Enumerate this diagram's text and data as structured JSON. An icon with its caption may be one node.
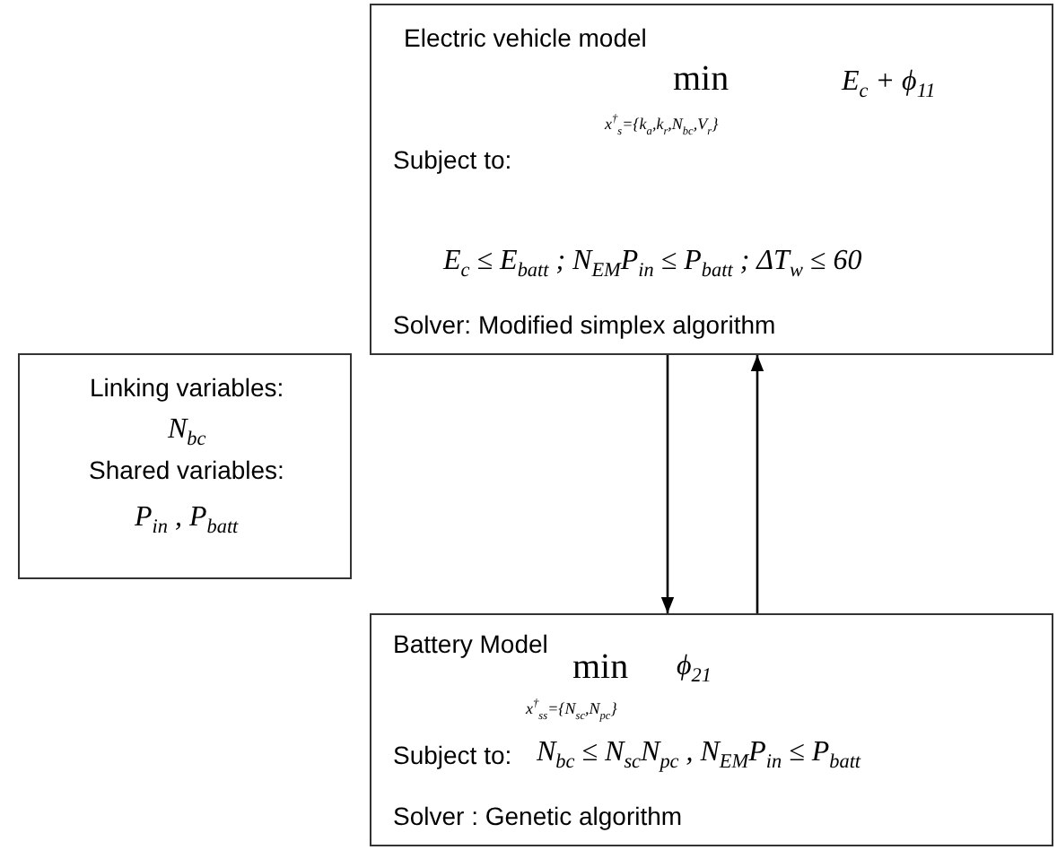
{
  "diagram": {
    "nodes": [
      {
        "text": [
          "Electric vehicle model",
          "min",
          "x$^{†}$$_{s}$={k$_{a}$,k$_{r}$,N$_{bc}$,V$_{r}$}",
          "E$_{c}$ + ϕ$_{11}$",
          "Subject to:",
          "E$_{c}$ ≤ E$_{batt}$ ; N$_{EM}$P$_{in}$ ≤ P$_{batt}$ ; ΔT$_{w}$ ≤ 60",
          "Solver: Modified simplex algorithm"
        ]
      },
      {
        "text": [
          "Linking variables:",
          "N$_{bc}$",
          "Shared variables:",
          "P$_{in}$ , P$_{batt}$"
        ]
      },
      {
        "text": [
          "Battery Model",
          "min",
          "x$^{†}$$_{ss}$={N$_{sc}$,N$_{pc}$}",
          "ϕ$_{21}$",
          "Subject to:",
          "N$_{bc}$ ≤ N$_{sc}$N$_{pc}$ , N$_{EM}$P$_{in}$ ≤ P$_{batt}$",
          "Solver : Genetic algorithm"
        ]
      }
    ],
    "edges": [
      {
        "from": 0,
        "to": 2,
        "arrow": "to"
      },
      {
        "from": 2,
        "to": 0,
        "arrow": "to"
      }
    ]
  }
}
